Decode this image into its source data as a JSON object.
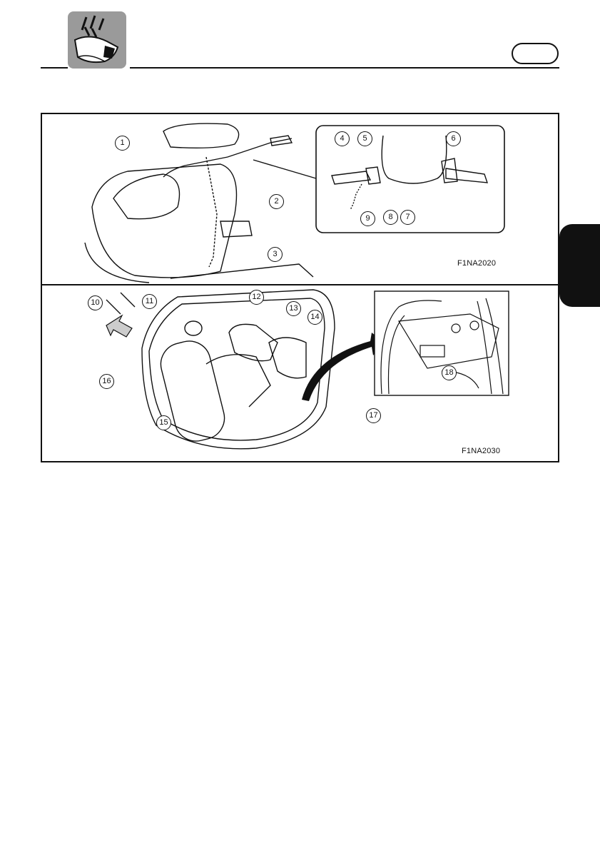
{
  "header": {
    "language_badge": ""
  },
  "figure": {
    "top_panel_code": "F1NA2020",
    "bottom_panel_code": "F1NA2030",
    "callouts": [
      "1",
      "2",
      "3",
      "4",
      "5",
      "6",
      "7",
      "8",
      "9",
      "10",
      "11",
      "12",
      "13",
      "14",
      "15",
      "16",
      "17",
      "18"
    ]
  }
}
